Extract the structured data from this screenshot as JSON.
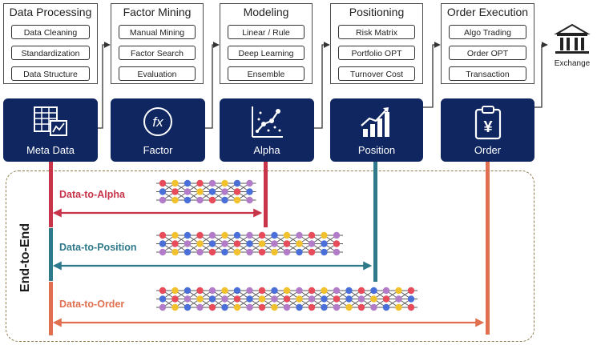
{
  "stages": [
    {
      "title": "Data Processing",
      "steps": [
        "Data Cleaning",
        "Standardization",
        "Data Structure"
      ],
      "node": "Meta Data",
      "icon": "spreadsheet-chart-icon"
    },
    {
      "title": "Factor Mining",
      "steps": [
        "Manual Mining",
        "Factor Search",
        "Evaluation"
      ],
      "node": "Factor",
      "icon": "fx-function-icon"
    },
    {
      "title": "Modeling",
      "steps": [
        "Linear / Rule",
        "Deep Learning",
        "Ensemble"
      ],
      "node": "Alpha",
      "icon": "scatter-trend-icon"
    },
    {
      "title": "Positioning",
      "steps": [
        "Risk Matrix",
        "Portfolio OPT",
        "Turnover Cost"
      ],
      "node": "Position",
      "icon": "bar-growth-icon"
    },
    {
      "title": "Order Execution",
      "steps": [
        "Algo Trading",
        "Order OPT",
        "Transaction"
      ],
      "node": "Order",
      "icon": "yen-clipboard-icon"
    }
  ],
  "exchange": {
    "label": "Exchange",
    "icon": "bank-building-icon"
  },
  "end_to_end": {
    "label": "End-to-End"
  },
  "flows": [
    {
      "label": "Data-to-Alpha",
      "color": "#c8354a"
    },
    {
      "label": "Data-to-Position",
      "color": "#2f7a8a"
    },
    {
      "label": "Data-to-Order",
      "color": "#e07050"
    }
  ],
  "colors": {
    "node_fill": "#0f2660",
    "alpha_line": "#c8354a",
    "position_line": "#2f7a8a",
    "order_line": "#e07050",
    "dot_colors": [
      "#e84b5a",
      "#f2c12e",
      "#4a6fd8",
      "#b27cc9"
    ]
  }
}
